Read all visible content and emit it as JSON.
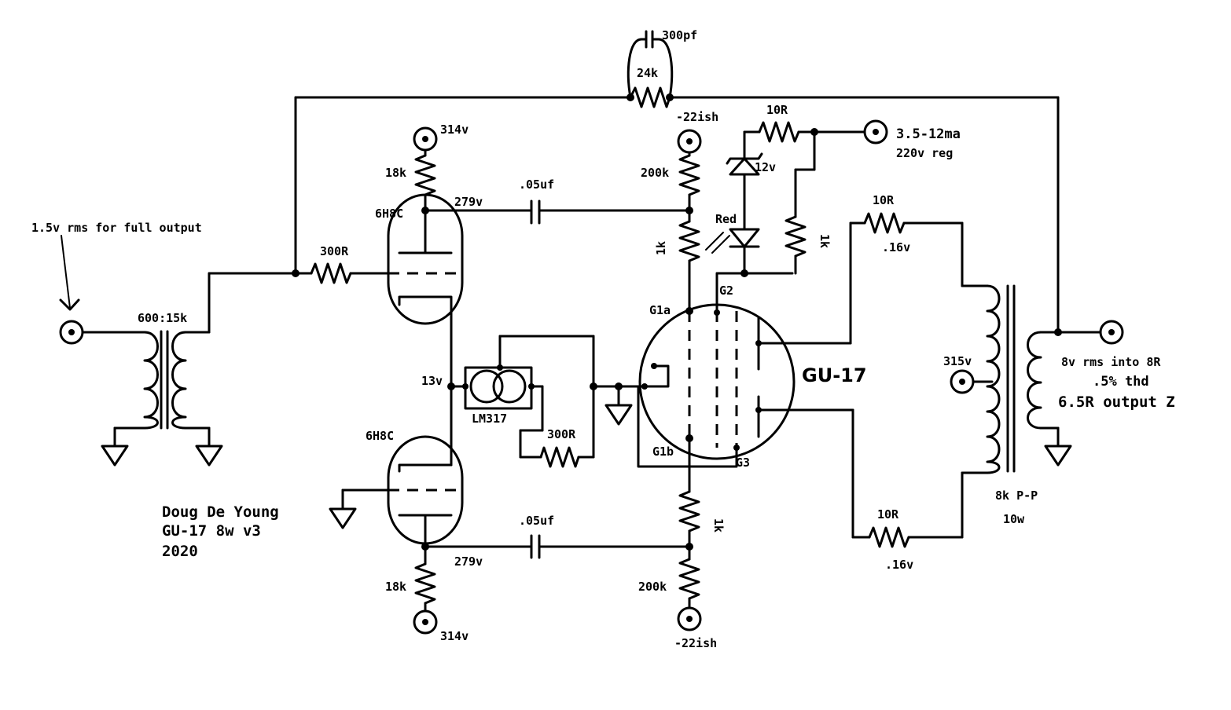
{
  "title_block": {
    "author": "Doug De Young",
    "project": "GU-17 8w v3",
    "year": "2020"
  },
  "input": {
    "note": "1.5v rms for full output",
    "transformer_ratio": "600:15k"
  },
  "feedback": {
    "capacitor": "300pf",
    "resistor": "24k"
  },
  "grid_resistor": "300R",
  "upper_driver": {
    "tube": "6H8C",
    "supply": "314v",
    "plate_resistor": "18k",
    "plate_voltage": "279v",
    "coupling_cap": ".05uf"
  },
  "lower_driver": {
    "tube": "6H8C",
    "supply": "314v",
    "plate_resistor": "18k",
    "plate_voltage": "279v",
    "coupling_cap": ".05uf"
  },
  "ccs": {
    "regulator": "LM317",
    "resistor": "300R",
    "cathode_voltage": "13v"
  },
  "bias_top": {
    "supply": "-22ish",
    "resistor": "200k",
    "grid_stopper": "1k"
  },
  "bias_bottom": {
    "supply": "-22ish",
    "resistor": "200k",
    "grid_stopper": "1k"
  },
  "screen_supply": {
    "current": "3.5-12ma",
    "regulation": "220v reg",
    "series_resistor": "10R",
    "zener": "12v",
    "led": "Red",
    "stopper": "1k"
  },
  "output_tube": {
    "name": "GU-17",
    "pins": [
      "G1a",
      "G1b",
      "G2",
      "G3"
    ]
  },
  "plate_resistors": {
    "top": "10R",
    "top_voltage": ".16v",
    "bottom": "10R",
    "bottom_voltage": ".16v"
  },
  "output_transformer": {
    "b_plus": "315v",
    "impedance": "8k P-P",
    "power": "10w"
  },
  "output": {
    "line1": "8v rms into 8R",
    "line2": ".5% thd",
    "line3": "6.5R output Z"
  }
}
